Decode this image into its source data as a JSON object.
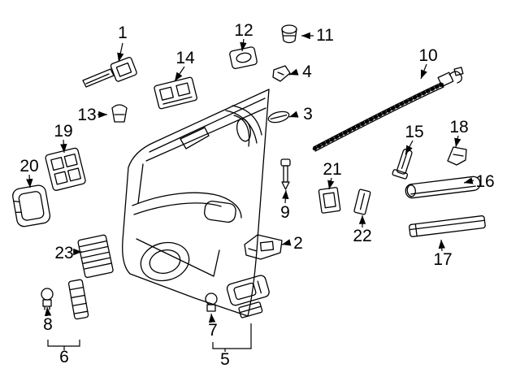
{
  "page": {
    "background": "#ffffff"
  },
  "diagram": {
    "line_color": "#000000",
    "label_color": "#000000",
    "callouts": {
      "c1": "1",
      "c2": "2",
      "c3": "3",
      "c4": "4",
      "c5": "5",
      "c6": "6",
      "c7": "7",
      "c8": "8",
      "c9": "9",
      "c10": "10",
      "c11": "11",
      "c12": "12",
      "c13": "13",
      "c14": "14",
      "c15": "15",
      "c16": "16",
      "c17": "17",
      "c18": "18",
      "c19": "19",
      "c20": "20",
      "c21": "21",
      "c22": "22",
      "c23": "23"
    }
  }
}
